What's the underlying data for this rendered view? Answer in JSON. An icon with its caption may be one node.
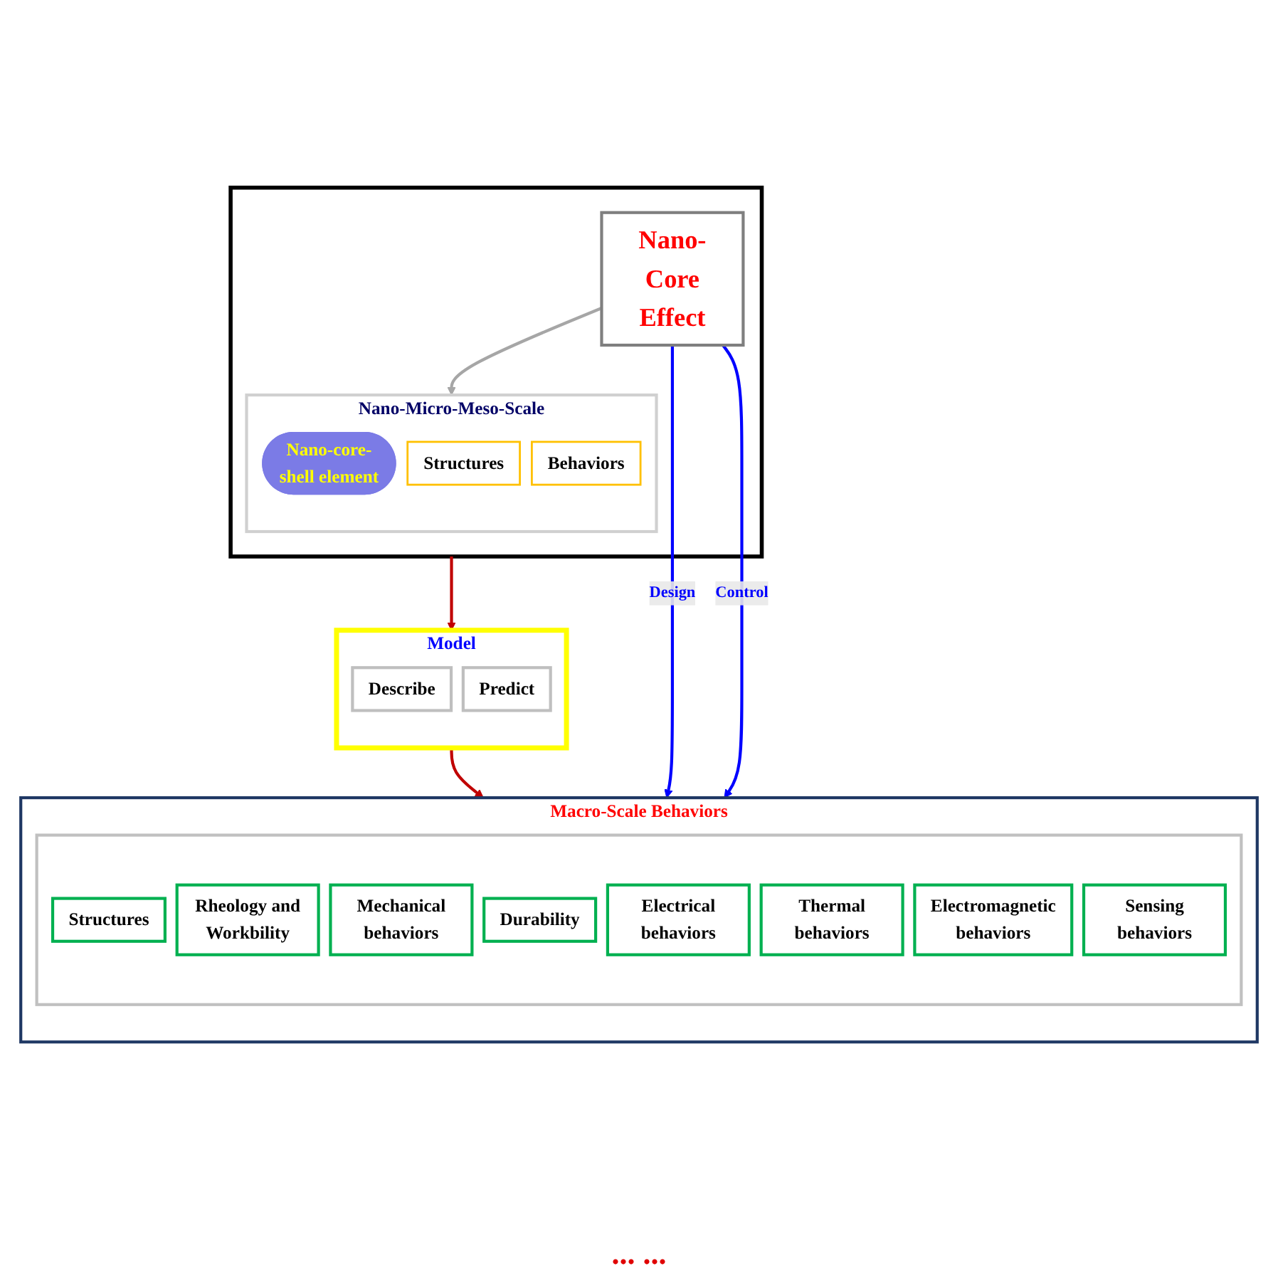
{
  "diagram": {
    "nodes": [
      {
        "text": [],
        "shape": "box"
      },
      {
        "text": [
          "Nano-Core Effect"
        ],
        "in": 0
      },
      {
        "text": [
          "Nano-Micro-Meso-Scale"
        ],
        "in": 0
      },
      {
        "text": [
          "Nano-core-shell element"
        ],
        "in": 2
      },
      {
        "text": [
          "Structures"
        ],
        "in": 2
      },
      {
        "text": [
          "Behaviors"
        ],
        "in": 2
      },
      {
        "text": [
          "Model"
        ]
      },
      {
        "text": [
          "Describe"
        ],
        "in": 6
      },
      {
        "text": [
          "Predict"
        ],
        "in": 6
      },
      {
        "text": [
          "Macro-Scale Behaviors"
        ]
      },
      {
        "text": [],
        "shape": "box",
        "in": 9
      },
      {
        "text": [
          "Structures"
        ],
        "in": 10
      },
      {
        "text": [
          "Rheology and Workbility"
        ],
        "in": 10
      },
      {
        "text": [
          "Mechanical behaviors"
        ],
        "in": 10
      },
      {
        "text": [
          "Durability"
        ],
        "in": 10
      },
      {
        "text": [
          "Electrical behaviors"
        ],
        "in": 10
      },
      {
        "text": [
          "Thermal behaviors"
        ],
        "in": 10
      },
      {
        "text": [
          "Electromagnetic behaviors"
        ],
        "in": 10
      },
      {
        "text": [
          "Sensing behaviors"
        ],
        "in": 10
      }
    ],
    "edges": [
      {
        "from": 1,
        "to": 2,
        "arrow": "to",
        "color": "#a6a6a6"
      },
      {
        "from": 0,
        "to": 6,
        "arrow": "to",
        "color": "#c00000"
      },
      {
        "from": 6,
        "to": 9,
        "arrow": "to",
        "color": "#c00000"
      },
      {
        "from": 1,
        "to": 9,
        "arrow": "to",
        "label": "Design",
        "color": "#0000ff"
      },
      {
        "from": 1,
        "to": 9,
        "arrow": "to",
        "label": "Control",
        "color": "#0000ff"
      }
    ],
    "labels": [
      "... ..."
    ]
  }
}
